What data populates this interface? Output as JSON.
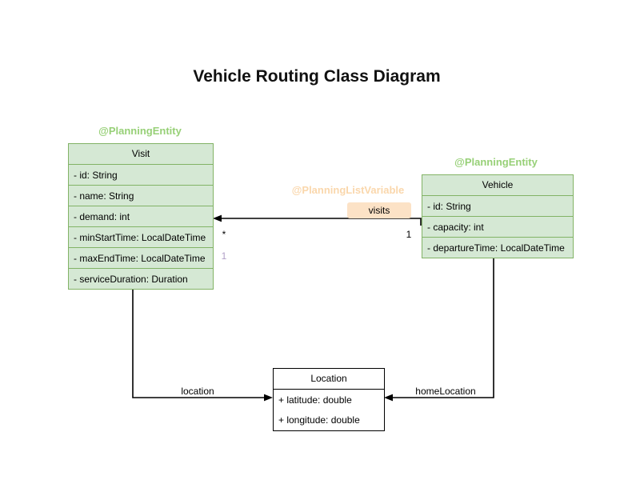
{
  "title": "Vehicle Routing Class Diagram",
  "annotations": {
    "visit": "@PlanningEntity",
    "vehicle": "@PlanningEntity",
    "visits_list": "@PlanningListVariable"
  },
  "classes": {
    "visit": {
      "name": "Visit",
      "attributes": [
        "- id: String",
        "- name: String",
        "- demand: int",
        "- minStartTime: LocalDateTime",
        "- maxEndTime: LocalDateTime",
        "- serviceDuration: Duration"
      ]
    },
    "vehicle": {
      "name": "Vehicle",
      "attributes": [
        "- id: String",
        "- capacity: int",
        "- departureTime: LocalDateTime"
      ]
    },
    "location": {
      "name": "Location",
      "attributes": [
        "+ latitude: double",
        "+ longitude: double"
      ]
    }
  },
  "relations": {
    "visits": {
      "label": "visits",
      "source_multiplicity": "1",
      "target_multiplicity": "*",
      "faded_multiplicity": "1"
    },
    "location": {
      "label": "location"
    },
    "home_location": {
      "label": "homeLocation"
    }
  },
  "colors": {
    "class_fill": "#d5e8d4",
    "class_stroke": "#82b366",
    "entity_annotation_text": "#97d077",
    "list_variable_annotation_text": "#fad7ac",
    "visits_label_bg": "#fce2c6",
    "faded_multiplicity_text": "#b1a0c7",
    "edge": "#000000"
  }
}
